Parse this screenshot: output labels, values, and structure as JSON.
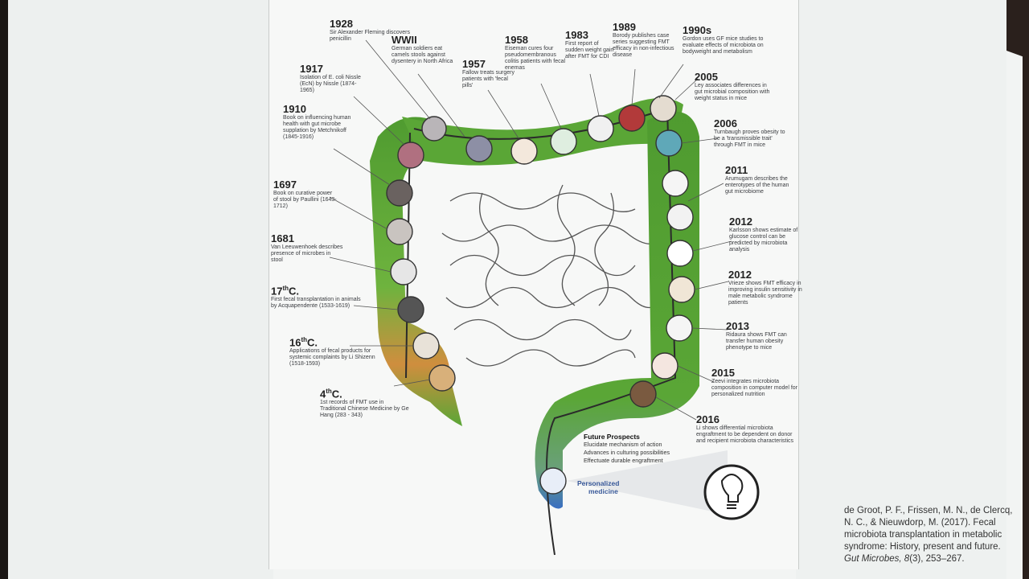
{
  "timeline": [
    {
      "key": "y1928",
      "year": "1928",
      "desc": "Sir Alexander Fleming discovers penicillin"
    },
    {
      "key": "ywwii",
      "year": "WWII",
      "desc": "German soldiers eat camels stools against dysentery in North Africa"
    },
    {
      "key": "y1958",
      "year": "1958",
      "desc": "Eiseman cures four pseudomembranous colitis patients with fecal enemas"
    },
    {
      "key": "y1957",
      "year": "1957",
      "desc": "Fallow treats surgery patients with 'fecal pills'"
    },
    {
      "key": "y1983",
      "year": "1983",
      "desc": "First report of sudden weight gain after FMT for CDI"
    },
    {
      "key": "y1989",
      "year": "1989",
      "desc": "Borody publishes case series suggesting FMT efficacy in non-infectious disease"
    },
    {
      "key": "y1990s",
      "year": "1990s",
      "desc": "Gordon uses GF mice studies to evaluate effects of microbiota on bodyweight and metabolism"
    },
    {
      "key": "y1917",
      "year": "1917",
      "desc": "Isolation of E. coli Nissle (EcN) by Nissle (1874-1965)"
    },
    {
      "key": "y1910",
      "year": "1910",
      "desc": "Book on influencing human health with gut microbe supplation by Metchnikoff (1845-1916)"
    },
    {
      "key": "y1697",
      "year": "1697",
      "desc": "Book on curative power of stool by Paullini (1643-1712)"
    },
    {
      "key": "y1681",
      "year": "1681",
      "desc": "Van Leeuwenhoek describes presence of microbes in stool"
    },
    {
      "key": "y17c",
      "year": "17",
      "sup": "th",
      "suffix": "C.",
      "desc": "First fecal transplantation in animals by Acquapendente (1533-1619)"
    },
    {
      "key": "y16c",
      "year": "16",
      "sup": "th",
      "suffix": "C.",
      "desc": "Applications of fecal products for systemic complaints by Li Shizenn (1518-1593)"
    },
    {
      "key": "y4c",
      "year": "4",
      "sup": "th",
      "suffix": "C.",
      "desc": "1st records of FMT use in Traditional Chinese Medicine by Ge Hang (283 - 343)"
    },
    {
      "key": "y2005",
      "year": "2005",
      "desc": "Ley associates differences in gut microbial composition with weight status in mice"
    },
    {
      "key": "y2006",
      "year": "2006",
      "desc": "Turnbaugh proves obesity to be a 'transmissible trait' through FMT in mice"
    },
    {
      "key": "y2011",
      "year": "2011",
      "desc": "Arumugam describes the enterotypes of the human gut microbiome"
    },
    {
      "key": "y2012a",
      "year": "2012",
      "desc": "Karlsson shows estimate of glucose control can be predicted by microbiota analysis"
    },
    {
      "key": "y2012b",
      "year": "2012",
      "desc": "Vrieze shows FMT efficacy in improving insulin sensitivity in male metabolic syndrome patients"
    },
    {
      "key": "y2013",
      "year": "2013",
      "desc": "Ridaura shows FMT can transfer human obesity phenotype to mice"
    },
    {
      "key": "y2015",
      "year": "2015",
      "desc": "Zeevi integrates microbiota composition in computer model for personalized nutrition"
    },
    {
      "key": "y2016",
      "year": "2016",
      "desc": "Li shows differential microbiota engraftment to be dependent on donor and recipient microbiota characteristics"
    }
  ],
  "future": {
    "heading": "Future Prospects",
    "lines": [
      "Elucidate mechanism of action",
      "Advances in culturing possibilities",
      "Effectuate durable engraftment"
    ]
  },
  "personalized": {
    "line1": "Personalized",
    "line2": "medicine"
  },
  "citation": {
    "text": "de Groot, P. F., Frissen, M. N., de Clercq, N. C., & Nieuwdorp, M. (2017). Fecal microbiota transplantation in metabolic syndrome: History, present and future.",
    "journal": "Gut Microbes,",
    "vol": "8",
    "pages": "(3), 253–267."
  },
  "colors": {
    "colon_green": "#5aa636",
    "colon_orange": "#d98a3a",
    "colon_blue": "#3b6fc4",
    "background": "#14110f"
  }
}
